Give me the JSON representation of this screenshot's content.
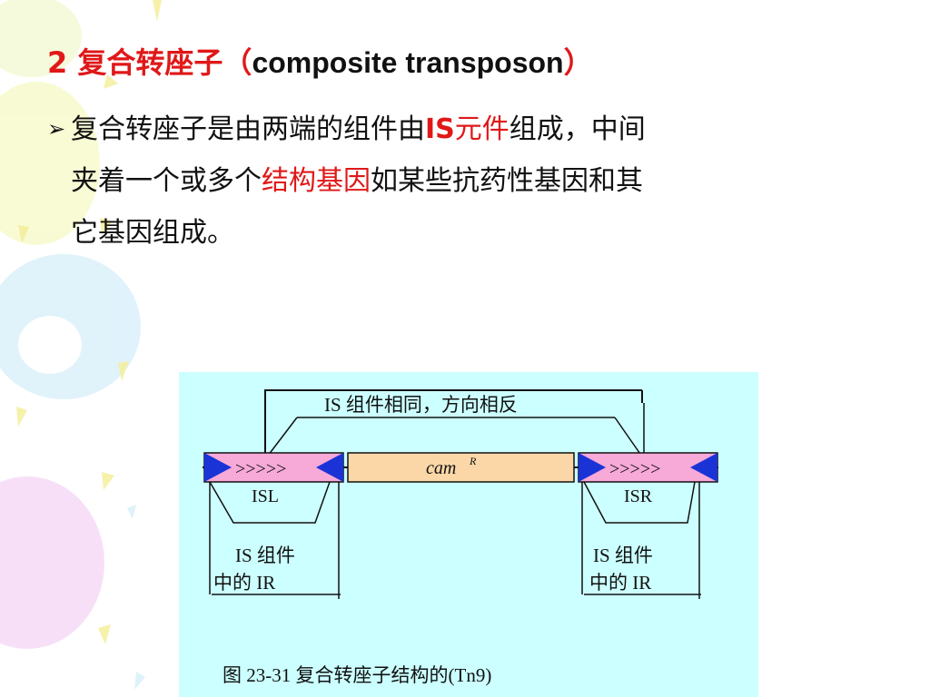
{
  "title": {
    "number": "2 ",
    "cn": "复合转座子",
    "open": "（",
    "en": "composite  transposon",
    "close": "）"
  },
  "bullet": {
    "line1_a": "复合转座子是由两端的组件由",
    "line1_is": "IS",
    "line1_red": "元件",
    "line1_b": "组成，中间",
    "line2_a": "夹着一个或多个",
    "line2_red": "结构基因",
    "line2_b": "如某些抗药性基因和其",
    "line3": "它基因组成。"
  },
  "figure": {
    "top_label": "IS 组件相同，方向相反",
    "center_gene": "cam",
    "center_sup": "R",
    "left_arrows": ">>>>>",
    "right_arrows": ">>>>>",
    "isl": "ISL",
    "isr": "ISR",
    "ir_left_1": "IS 组件",
    "ir_left_2": "中的 IR",
    "ir_right_1": "IS 组件",
    "ir_right_2": "中的 IR",
    "caption": "图  23-31  复合转座子结构的(Tn9)"
  },
  "colors": {
    "accent_red": "#e01818",
    "figure_bg": "#ccffff",
    "is_pink": "#f7a9d8",
    "gene_orange": "#fbd7a8",
    "triangle_blue": "#1a33d6"
  }
}
